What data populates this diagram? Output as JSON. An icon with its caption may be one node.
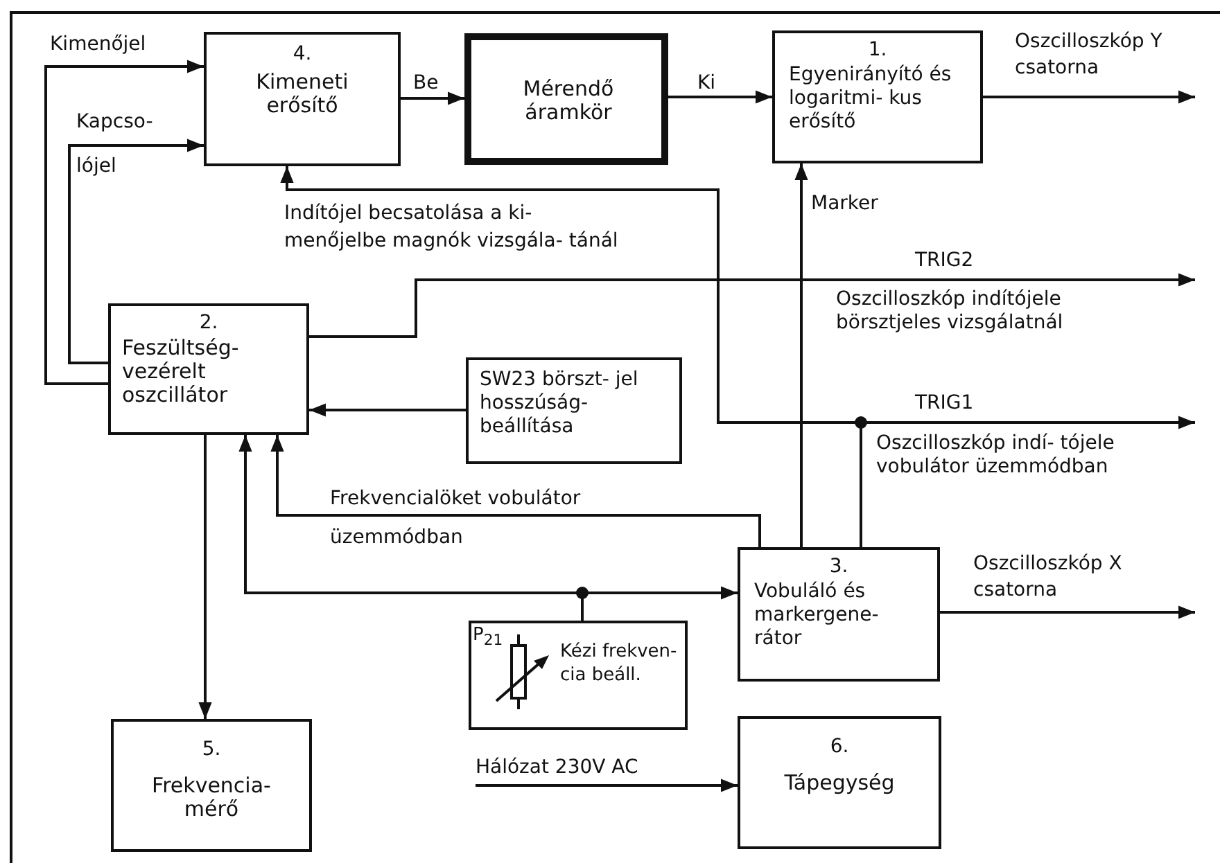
{
  "diagram": {
    "nodes": [
      {
        "text": [
          "4.",
          "Kimeneti erősítő"
        ]
      },
      {
        "text": [
          "Mérendő áramkör"
        ]
      },
      {
        "text": [
          "1.",
          "Egyenirányító és logaritmi- kus erősítő"
        ]
      },
      {
        "text": [
          "2.",
          "Feszültség- vezérelt oszcillátor"
        ]
      },
      {
        "text": [
          "SW23 börszt- jel hosszúság- beállítása"
        ]
      },
      {
        "text": [
          "3.",
          "Vobuláló és markergene- rátor"
        ]
      },
      {
        "text": [
          "P$_{21}$",
          "Kézi frekven- cia beáll."
        ]
      },
      {
        "text": [
          "5.",
          "Frekvencia- mérő"
        ]
      },
      {
        "text": [
          "6.",
          "Tápegység"
        ]
      }
    ],
    "edges": [
      {
        "from": 3,
        "to": 0,
        "arrow": "to",
        "label": "Kimenőjel"
      },
      {
        "from": 3,
        "to": 0,
        "arrow": "to",
        "label": "Kapcso- lójel"
      },
      {
        "from": 0,
        "to": 1,
        "arrow": "to",
        "label": "Be"
      },
      {
        "from": 1,
        "to": 2,
        "arrow": "to",
        "label": "Ki"
      },
      {
        "from": 2,
        "to": null,
        "arrow": "to",
        "label": "Oszcilloszkóp Y csatorna"
      },
      {
        "from": 5,
        "to": 2,
        "arrow": "to",
        "label": "Marker"
      },
      {
        "from": 5,
        "to": 0,
        "arrow": "to",
        "label": "Indítójel becsatolása a ki- menőjelbe magnók vizsgála- tánál"
      },
      {
        "from": 5,
        "to": null,
        "arrow": "to",
        "label": "TRIG1"
      },
      {
        "from": 3,
        "to": null,
        "arrow": "to",
        "label": "TRIG2"
      },
      {
        "from": 4,
        "to": 3,
        "arrow": "to"
      },
      {
        "from": 5,
        "to": 3,
        "arrow": "to",
        "label": "Frekvencialöket vobulátor üzemmódban"
      },
      {
        "from": 6,
        "to": 3,
        "arrow": "to"
      },
      {
        "from": 6,
        "to": 5,
        "arrow": "to"
      },
      {
        "from": 3,
        "to": 7,
        "arrow": "to"
      },
      {
        "from": 5,
        "to": null,
        "arrow": "to",
        "label": "Oszcilloszkóp X csatorna"
      },
      {
        "from": null,
        "to": 8,
        "arrow": "to",
        "label": "Hálózat 230V AC"
      }
    ],
    "labels": [
      "Oszcilloszkóp indítójele börsztjeles vizsgálatnál",
      "Oszcilloszkóp indí- tójele vobulátor üzemmódban"
    ]
  }
}
